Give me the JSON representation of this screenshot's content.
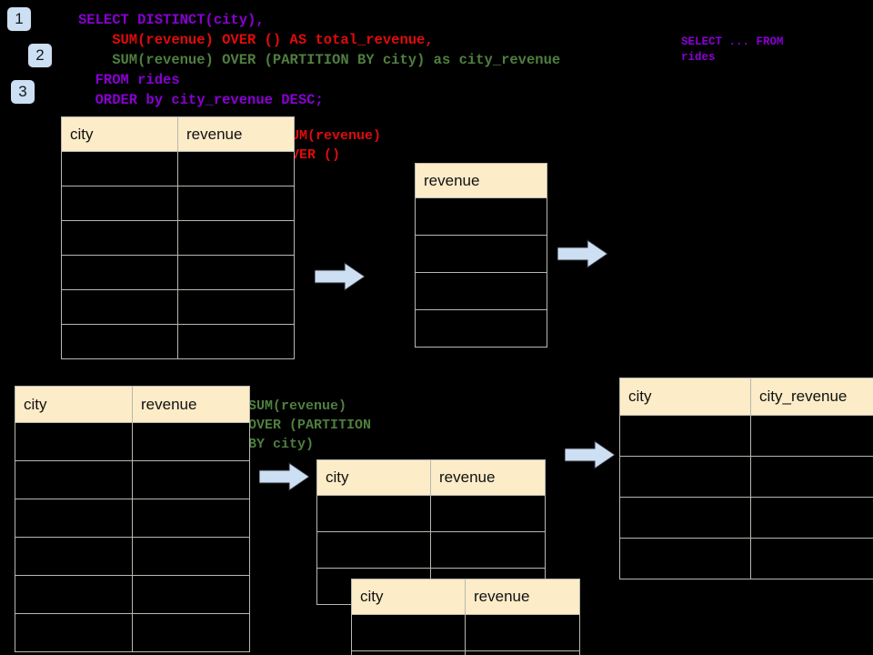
{
  "diagram": {
    "background_color": "#000000",
    "header_fill": "#fcecc8",
    "grid_color": "#b8b8b0",
    "arrow_color": "#cddff2",
    "badge_color": "#cddff2"
  },
  "steps": [
    {
      "id": "step-1",
      "label": "1"
    },
    {
      "id": "step-2",
      "label": "2"
    },
    {
      "id": "step-3",
      "label": "3"
    }
  ],
  "query": {
    "line1": "SELECT DISTINCT(city),",
    "line2": "    SUM(revenue) OVER () AS total_revenue,",
    "line3": "    SUM(revenue) OVER (PARTITION BY city) as city_revenue",
    "line4": "  FROM rides",
    "line5": "  ORDER by city_revenue DESC;"
  },
  "annotations": {
    "select_from": "SELECT ... FROM\nrides",
    "sum_over_empty": "SUM(revenue)\nOVER ()",
    "sum_over_partition": "SUM(revenue)\nOVER (PARTITION\nBY city)"
  },
  "tables": {
    "source_top": {
      "name": "rides-source-table-top",
      "columns": [
        "city",
        "revenue"
      ],
      "row_count": 6
    },
    "total_revenue": {
      "name": "total-revenue-table",
      "columns": [
        "revenue"
      ],
      "row_count": 4
    },
    "source_bottom": {
      "name": "rides-source-table-bottom",
      "columns": [
        "city",
        "revenue"
      ],
      "row_count": 6
    },
    "partition_back": {
      "name": "partition-table-back",
      "columns": [
        "city",
        "revenue"
      ],
      "row_count": 3
    },
    "partition_front": {
      "name": "partition-table-front",
      "columns": [
        "city",
        "revenue"
      ],
      "row_count": 2
    },
    "result": {
      "name": "result-table",
      "columns": [
        "city",
        "city_revenue"
      ],
      "row_count": 4
    }
  },
  "arrows": [
    {
      "id": "arrow-source-to-total"
    },
    {
      "id": "arrow-total-to-result"
    },
    {
      "id": "arrow-source-to-partition"
    },
    {
      "id": "arrow-partition-to-result"
    }
  ]
}
